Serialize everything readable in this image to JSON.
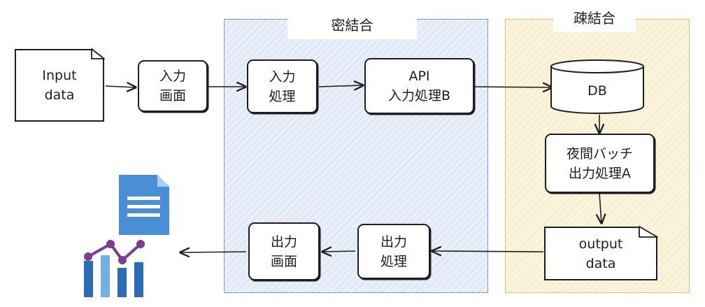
{
  "regions": {
    "tight": {
      "label": "密結合"
    },
    "loose": {
      "label": "疎結合"
    }
  },
  "nodes": {
    "input_data": {
      "lines": [
        "Input",
        "data"
      ]
    },
    "input_screen": {
      "lines": [
        "入力",
        "画面"
      ]
    },
    "input_process": {
      "lines": [
        "入力",
        "処理"
      ]
    },
    "api_process": {
      "lines": [
        "API",
        "入力処理B"
      ]
    },
    "db": {
      "label": "DB"
    },
    "batch_process": {
      "lines": [
        "夜間バッチ",
        "出力処理A"
      ]
    },
    "output_data": {
      "lines": [
        "output",
        "data"
      ]
    },
    "output_process": {
      "lines": [
        "出力",
        "処理"
      ]
    },
    "output_screen": {
      "lines": [
        "出力",
        "画面"
      ]
    }
  },
  "icons": {
    "report": "document-chart-icon",
    "colors": {
      "doc": "#4a8fd6",
      "bar_dark": "#2b6cb8",
      "bar_light": "#6fb1e6",
      "line": "#7a3e8e"
    }
  }
}
